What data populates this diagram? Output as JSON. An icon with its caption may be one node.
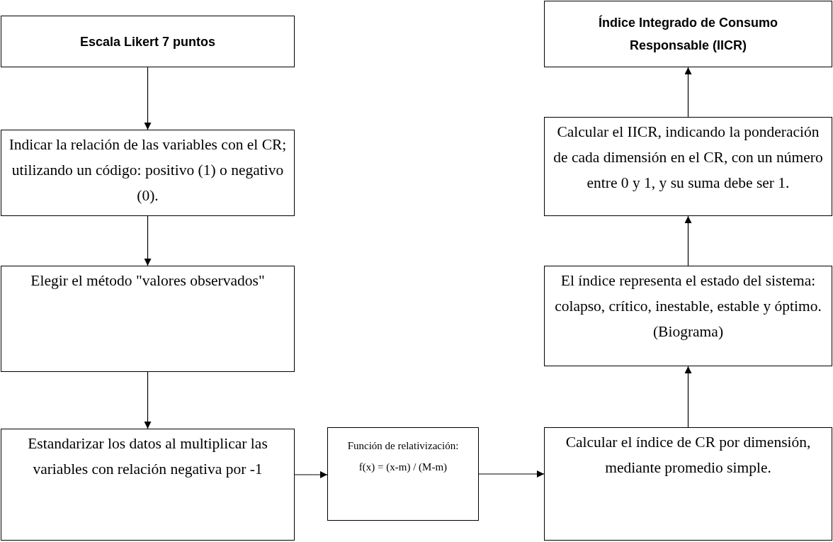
{
  "diagram": {
    "nodes": [
      {
        "text": [
          "Escala Likert 7 puntos"
        ]
      },
      {
        "text": [
          "Indicar la relación de las variables con el CR;",
          "utilizando un código: positivo (1) o negativo (0)."
        ]
      },
      {
        "text": [
          "Elegir el método \"valores observados\""
        ]
      },
      {
        "text": [
          "Estandarizar los datos al multiplicar las variables con relación negativa por -1"
        ]
      },
      {
        "text": [
          "Función de relativización:",
          "f(x) = (x-m) / (M-m)"
        ]
      },
      {
        "text": [
          "Calcular el índice de CR por dimensión, mediante promedio simple."
        ]
      },
      {
        "text": [
          "El índice representa el estado del sistema: colapso, crítico, inestable, estable y óptimo.",
          "(Biograma)"
        ]
      },
      {
        "text": [
          "Calcular el IICR, indicando la ponderación de cada dimensión en el CR, con un número entre 0 y 1, y su suma debe ser 1."
        ]
      },
      {
        "text": [
          "Índice Integrado de Consumo Responsable (IICR)"
        ]
      }
    ],
    "edges": [
      {
        "from": 0,
        "to": 1,
        "arrow": "to"
      },
      {
        "from": 1,
        "to": 2,
        "arrow": "to"
      },
      {
        "from": 2,
        "to": 3,
        "arrow": "to"
      },
      {
        "from": 3,
        "to": 4,
        "arrow": "to"
      },
      {
        "from": 4,
        "to": 5,
        "arrow": "to"
      },
      {
        "from": 5,
        "to": 6,
        "arrow": "to"
      },
      {
        "from": 6,
        "to": 7,
        "arrow": "to"
      },
      {
        "from": 7,
        "to": 8,
        "arrow": "to"
      }
    ]
  }
}
